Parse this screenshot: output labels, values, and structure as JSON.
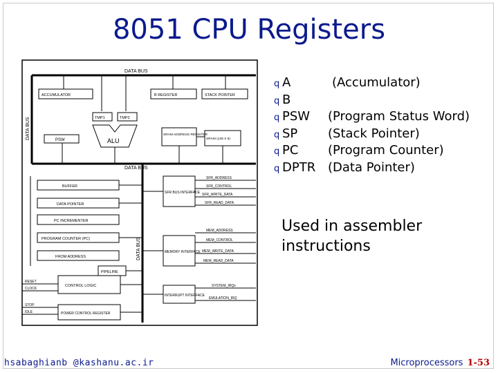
{
  "slide": {
    "title": "8051 CPU Registers",
    "registers": [
      {
        "name": "A",
        "desc": "(Accumulator)"
      },
      {
        "name": "B",
        "desc": ""
      },
      {
        "name": "PSW",
        "desc": "(Program Status Word)"
      },
      {
        "name": "SP",
        "desc": "(Stack Pointer)"
      },
      {
        "name": "PC",
        "desc": "(Program Counter)"
      },
      {
        "name": "DPTR",
        "desc": "(Data Pointer)"
      }
    ],
    "bullet_glyph": "q",
    "note_line1": "Used in assembler",
    "note_line2": "instructions",
    "footer_left": "hsabaghianb @kashanu.ac.ir",
    "footer_course": "Microprocessors",
    "footer_page": "1-53"
  },
  "diagram": {
    "data_bus_top": "DATA BUS",
    "data_bus_mid": "DATA BUS",
    "data_bus_left": "DATA BUS",
    "data_bus_vertical": "DATA BUS",
    "accumulator": "ACCUMULATOR",
    "b_register": "B REGISTER",
    "stack_pointer": "STACK POINTER",
    "tmp1": "TMP1",
    "tmp2": "TMP2",
    "psw": "PSW",
    "alu": "ALU",
    "sram_address_register": "SRAM ADDRESS REGISTER",
    "sram": "SRAM (128 X 8)",
    "buffer": "BUFFER",
    "data_pointer": "DATA POINTER",
    "pc_incrementer": "PC INCREMENTER",
    "program_counter": "PROGRAM COUNTER (PC)",
    "from_address": "FROM ADDRESS",
    "pipeline": "PIPELINE",
    "control_logic": "CONTROL LOGIC",
    "power_control_register": "POWER CONTROL REGISTER",
    "sfr_bus_interface": "SFR BUS INTERFACE",
    "memory_interface": "MEMORY INTERFACE",
    "interrupt_interface": "INTERRUPT INTERFACE",
    "sfr_address": "SFR_ADDRESS",
    "sfr_control": "SFR_CONTROL",
    "sfr_write_data": "SFR_WRITE_DATA",
    "sfr_read_data": "SFR_READ_DATA",
    "mem_address": "MEM_ADDRESS",
    "mem_control": "MEM_CONTROL",
    "mem_write_data": "MEM_WRITE_DATA",
    "mem_read_data": "MEM_READ_DATA",
    "system_irqs": "SYSTEM_IRQs",
    "emulation_irq": "EMULATION_IRQ",
    "reset": "RESET",
    "clock": "CLOCK",
    "stop": "STOP",
    "idle": "IDLE"
  }
}
